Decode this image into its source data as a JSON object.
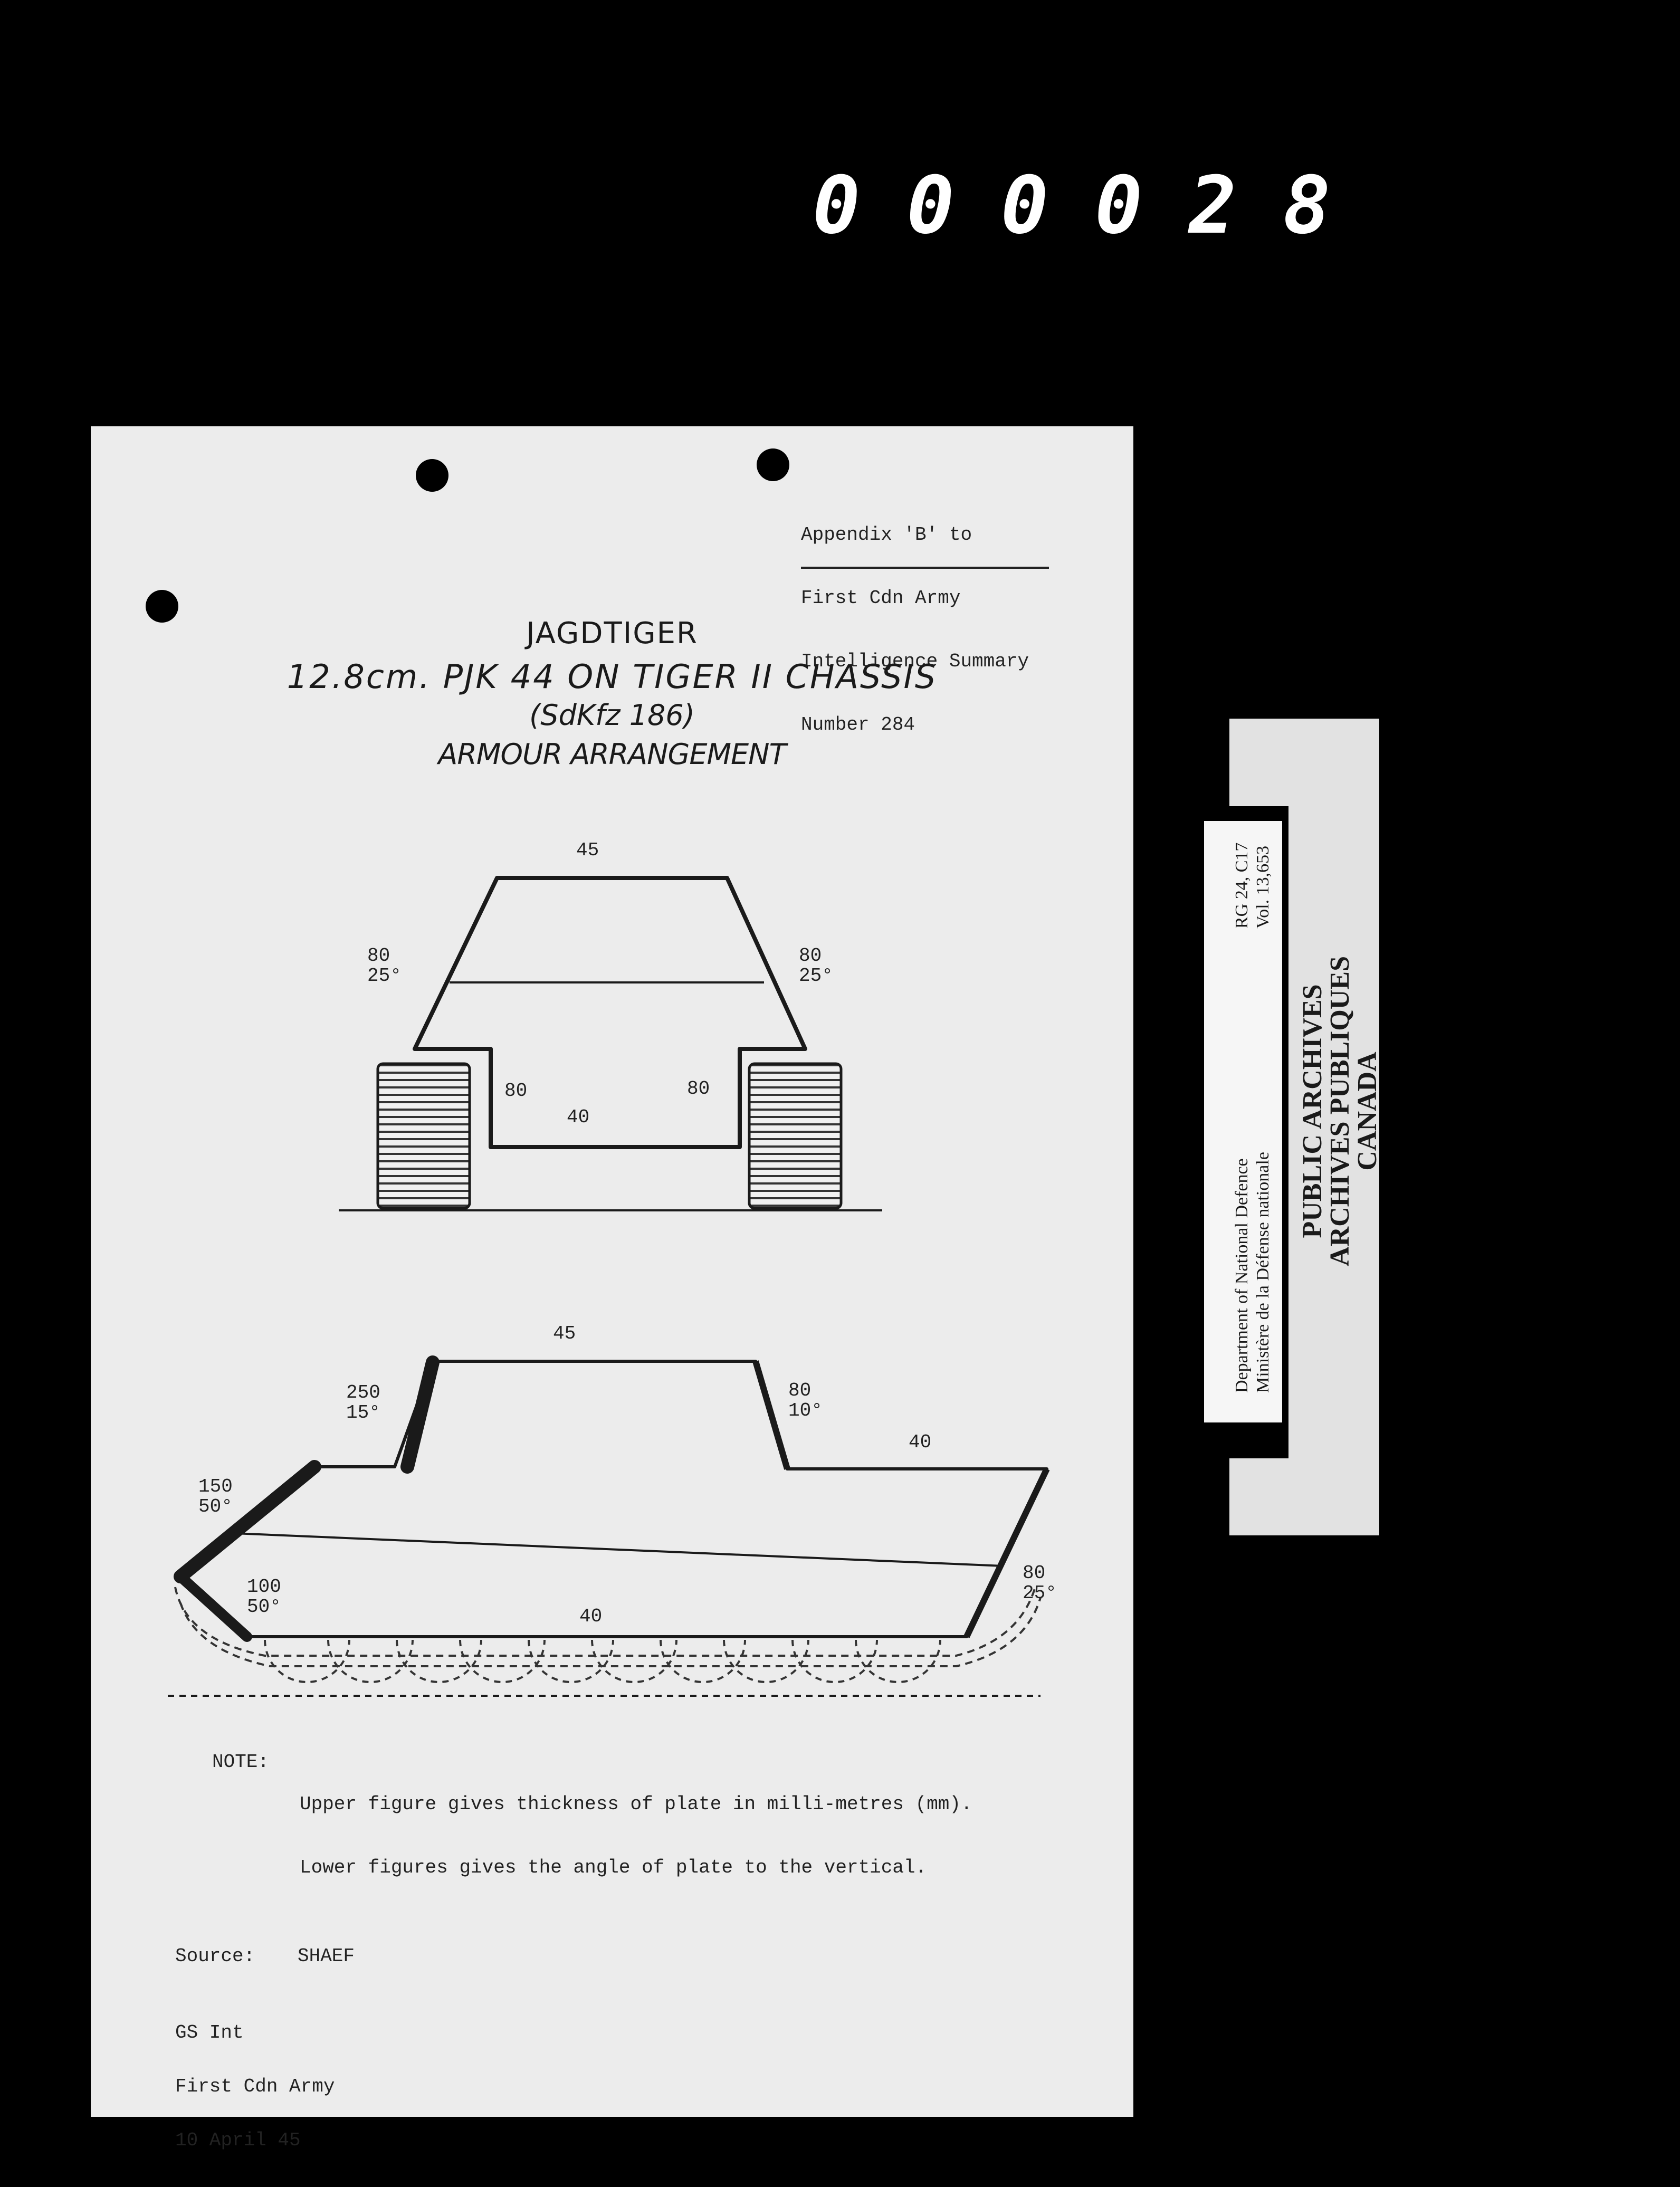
{
  "frame_number": "000028",
  "appendix": {
    "line1": "Appendix 'B' to",
    "line2": "First Cdn Army",
    "line3": "Intelligence Summary",
    "line4": "Number 284"
  },
  "title": {
    "line1": "JAGDTIGER",
    "line2": "12.8cm. PJK 44 ON TIGER II CHASSIS",
    "line3": "(SdKfz 186)",
    "line4": "ARMOUR ARRANGEMENT"
  },
  "front_view": {
    "top": "45",
    "left_upper_thickness": "80",
    "left_upper_angle": "25°",
    "right_upper_thickness": "80",
    "right_upper_angle": "25°",
    "left_side": "80",
    "right_side": "80",
    "bottom": "40"
  },
  "side_view": {
    "roof": "45",
    "mantlet_thickness": "250",
    "mantlet_angle": "15°",
    "rear_sup_thickness": "80",
    "rear_sup_angle": "10°",
    "deck": "40",
    "glacis_upper_thickness": "150",
    "glacis_upper_angle": "50°",
    "glacis_lower_thickness": "100",
    "glacis_lower_angle": "50°",
    "belly": "40",
    "rear_thickness": "80",
    "rear_angle": "25°"
  },
  "note": {
    "label": "NOTE:",
    "line1": "Upper figure gives thickness of plate in milli-metres (mm).",
    "line2": "Lower figures gives the angle of plate to the vertical."
  },
  "source": {
    "label": "Source:",
    "value": "SHAEF"
  },
  "signature": {
    "line1": "GS Int",
    "line2": "First Cdn Army",
    "line3": "10 April 45"
  },
  "stamp": {
    "dept_en": "Department of National Defence",
    "dept_fr": "Ministère de la Défense nationale",
    "rg": "RG 24, C17",
    "vol": "Vol. 13,653",
    "pa_en": "PUBLIC ARCHIVES",
    "pa_fr": "ARCHIVES PUBLIQUES",
    "country": "CANADA"
  }
}
